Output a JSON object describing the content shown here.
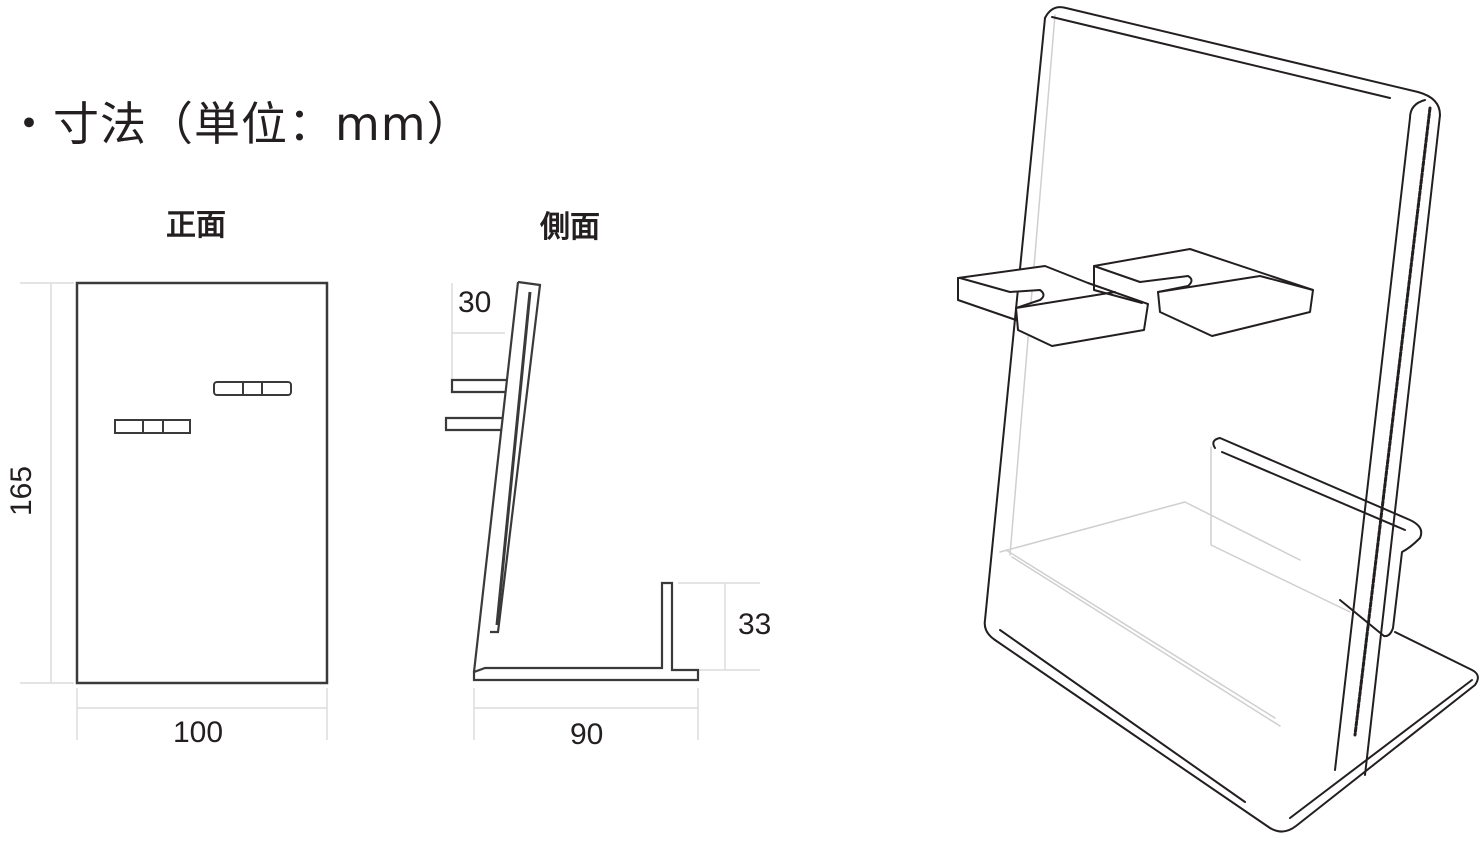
{
  "title": {
    "bullet": "・",
    "text": "寸法（単位：mm）"
  },
  "front_view": {
    "label": "正面",
    "width_label": "100",
    "height_label": "165"
  },
  "side_view": {
    "label": "側面",
    "top_offset_label": "30",
    "depth_label": "90",
    "back_lip_height_label": "33"
  },
  "perspective_view": {
    "description": "isometric line drawing of acrylic L-shaped stand with two slotted hooks and rear lip"
  },
  "colors": {
    "line": "#231f20",
    "dimension_line": "#dcdcdc",
    "hidden_line": "#c8c8c8",
    "background": "#ffffff"
  },
  "units": "mm"
}
